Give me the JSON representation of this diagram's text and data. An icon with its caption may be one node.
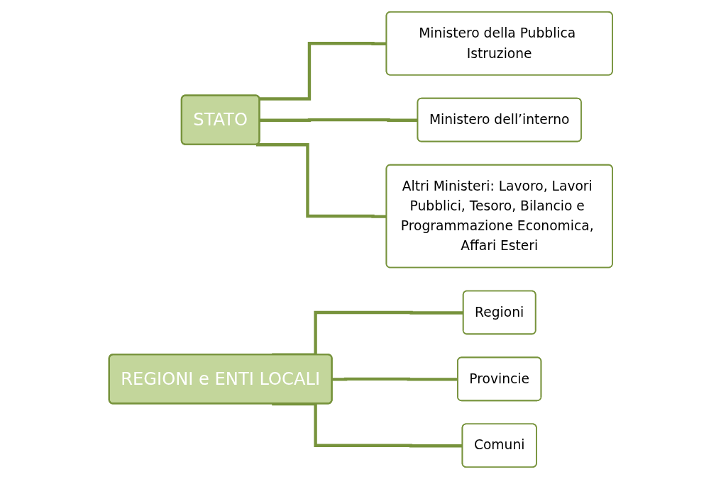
{
  "diagram": {
    "nodes": [
      {
        "text": [
          "STATO"
        ]
      },
      {
        "text": [
          "Ministero della Pubblica Istruzione"
        ]
      },
      {
        "text": [
          "Ministero dell’interno"
        ]
      },
      {
        "text": [
          "Altri Ministeri: Lavoro, Lavori Pubblici, Tesoro, Bilancio e Programmazione Economica, Affari Esteri"
        ]
      },
      {
        "text": [
          "REGIONI e ENTI LOCALI"
        ]
      },
      {
        "text": [
          "Regioni"
        ]
      },
      {
        "text": [
          "Provincie"
        ]
      },
      {
        "text": [
          "Comuni"
        ]
      }
    ],
    "edges": [
      {
        "from": 0,
        "to": 1,
        "arrow": "none"
      },
      {
        "from": 0,
        "to": 2,
        "arrow": "none"
      },
      {
        "from": 0,
        "to": 3,
        "arrow": "none"
      },
      {
        "from": 4,
        "to": 5,
        "arrow": "none"
      },
      {
        "from": 4,
        "to": 6,
        "arrow": "none"
      },
      {
        "from": 4,
        "to": 7,
        "arrow": "none"
      }
    ]
  }
}
